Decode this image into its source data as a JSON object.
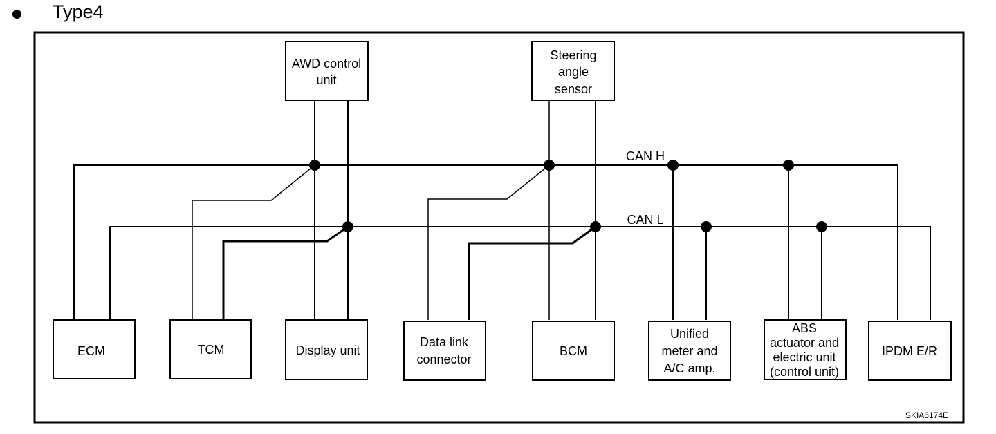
{
  "header": {
    "bullet": "bullet-icon",
    "title": "Type4"
  },
  "diagram": {
    "buses": [
      {
        "id": "canh",
        "label": "CAN H"
      },
      {
        "id": "canl",
        "label": "CAN L"
      }
    ],
    "top_units": [
      {
        "id": "awd",
        "lines": [
          "AWD control",
          "unit"
        ]
      },
      {
        "id": "sas",
        "lines": [
          "Steering",
          "angle",
          "sensor"
        ]
      }
    ],
    "bottom_units": [
      {
        "id": "ecm",
        "lines": [
          "ECM"
        ]
      },
      {
        "id": "tcm",
        "lines": [
          "TCM"
        ]
      },
      {
        "id": "display",
        "lines": [
          "Display unit"
        ]
      },
      {
        "id": "dlc",
        "lines": [
          "Data link",
          "connector"
        ]
      },
      {
        "id": "bcm",
        "lines": [
          "BCM"
        ]
      },
      {
        "id": "meter",
        "lines": [
          "Unified",
          "meter and",
          "A/C amp."
        ]
      },
      {
        "id": "abs",
        "lines": [
          "ABS",
          "actuator and",
          "electric unit",
          "(control unit)"
        ]
      },
      {
        "id": "ipdm",
        "lines": [
          "IPDM E/R"
        ]
      }
    ],
    "reference_code": "SKIA6174E"
  }
}
